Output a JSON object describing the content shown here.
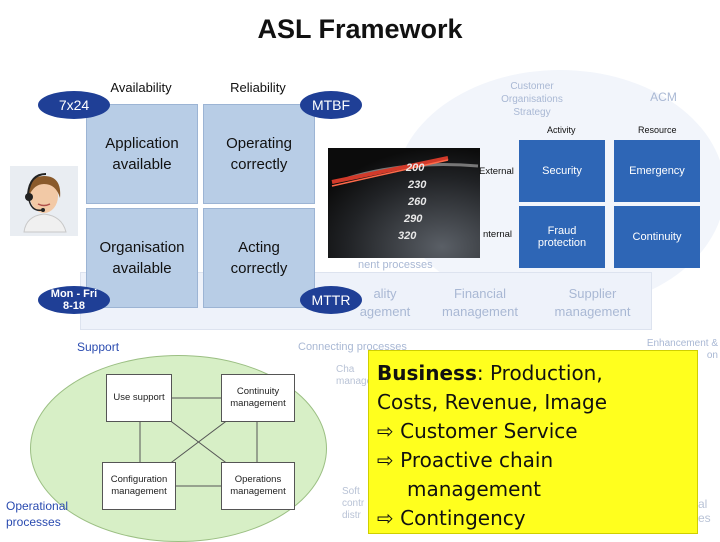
{
  "title": "ASL Framework",
  "grid": {
    "header_left": "Availability",
    "header_right": "Reliability",
    "ellipse_7x24": "7x24",
    "ellipse_mtbf": "MTBF",
    "ellipse_monfri_line1": "Mon - Fri",
    "ellipse_monfri_line2": "8-18",
    "ellipse_mttr": "MTTR",
    "cells": [
      {
        "line1": "Application",
        "line2": "available"
      },
      {
        "line1": "Operating",
        "line2": "correctly"
      },
      {
        "line1": "Organisation",
        "line2": "available"
      },
      {
        "line1": "Acting",
        "line2": "correctly"
      }
    ]
  },
  "background": {
    "customer_strategy": [
      "Customer",
      "Organisations",
      "Strategy"
    ],
    "acm": "ACM",
    "management_processes": "nent processes",
    "quality_management": [
      "ality",
      "agement"
    ],
    "financial_management": [
      "Financial",
      "management"
    ],
    "supplier_management": [
      "Supplier",
      "management"
    ],
    "connecting_processes": "Connecting processes",
    "enhancement": [
      "Enhancement &",
      "on"
    ],
    "cha_management": [
      "Cha",
      "manage"
    ],
    "soft_lines": [
      "Soft",
      "contr",
      "distr"
    ],
    "al_es": [
      "al",
      "es"
    ]
  },
  "matrix": {
    "col_activity": "Activity",
    "col_resource": "Resource",
    "row_external": "External",
    "row_internal": "nternal",
    "cells": [
      "Security",
      "Emergency",
      "Fraud protection",
      "Continuity"
    ]
  },
  "gauge_numbers": [
    "200",
    "230",
    "260",
    "290",
    "320"
  ],
  "support": {
    "label": "Support",
    "operational_processes": "Operational processes",
    "nodes": [
      "Use support",
      "Continuity management",
      "Configuration management",
      "Operations management"
    ]
  },
  "business": {
    "heading_bold": "Business",
    "heading_rest": ": Production,",
    "line2": "Costs, Revenue, Image",
    "bullet": "⇨",
    "item1": "Customer Service",
    "item2_line1": "Proactive chain",
    "item2_line2": "management",
    "item3": "Contingency"
  },
  "colors": {
    "ellipse": "#1f3f96",
    "grid_cell": "#b8cde6",
    "matrix_cell": "#2e66b6",
    "support_oval": "#d7efc6",
    "business_box": "#ffff1e"
  }
}
